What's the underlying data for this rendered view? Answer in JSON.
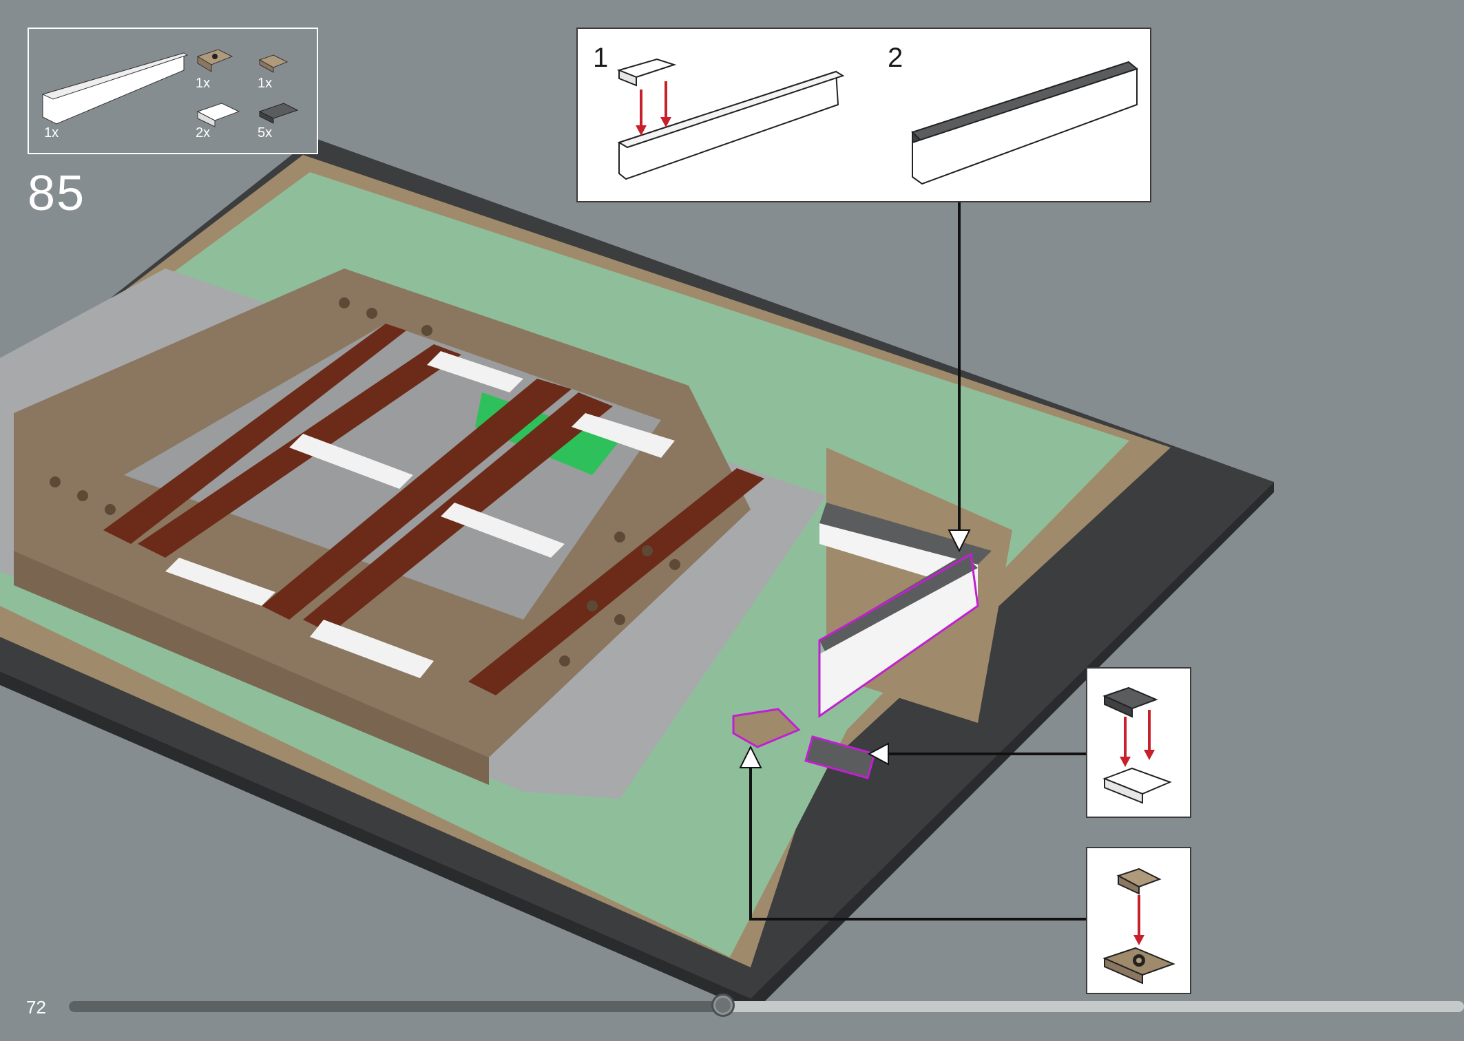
{
  "parts_list": [
    {
      "part": "white-brick-1x8",
      "qty": "1x"
    },
    {
      "part": "tan-plate-1x1-center-stud",
      "qty": "1x"
    },
    {
      "part": "tan-tile-1x1",
      "qty": "1x"
    },
    {
      "part": "white-plate-1x2",
      "qty": "2x"
    },
    {
      "part": "dark-gray-tile-1x2-grille",
      "qty": "5x"
    }
  ],
  "step": {
    "number": "85"
  },
  "substeps": [
    {
      "label": "1"
    },
    {
      "label": "2"
    }
  ],
  "page": {
    "number": "72"
  },
  "progress": {
    "fraction": 0.47
  },
  "colors": {
    "background": "#868d90",
    "baseplate": "#3b3d3e",
    "sand_green": "#8fbf9a",
    "tan": "#a08a6c",
    "reddish_brown": "#6b2b18",
    "highlight": "#c21fd1",
    "arrow": "#c8202a"
  }
}
